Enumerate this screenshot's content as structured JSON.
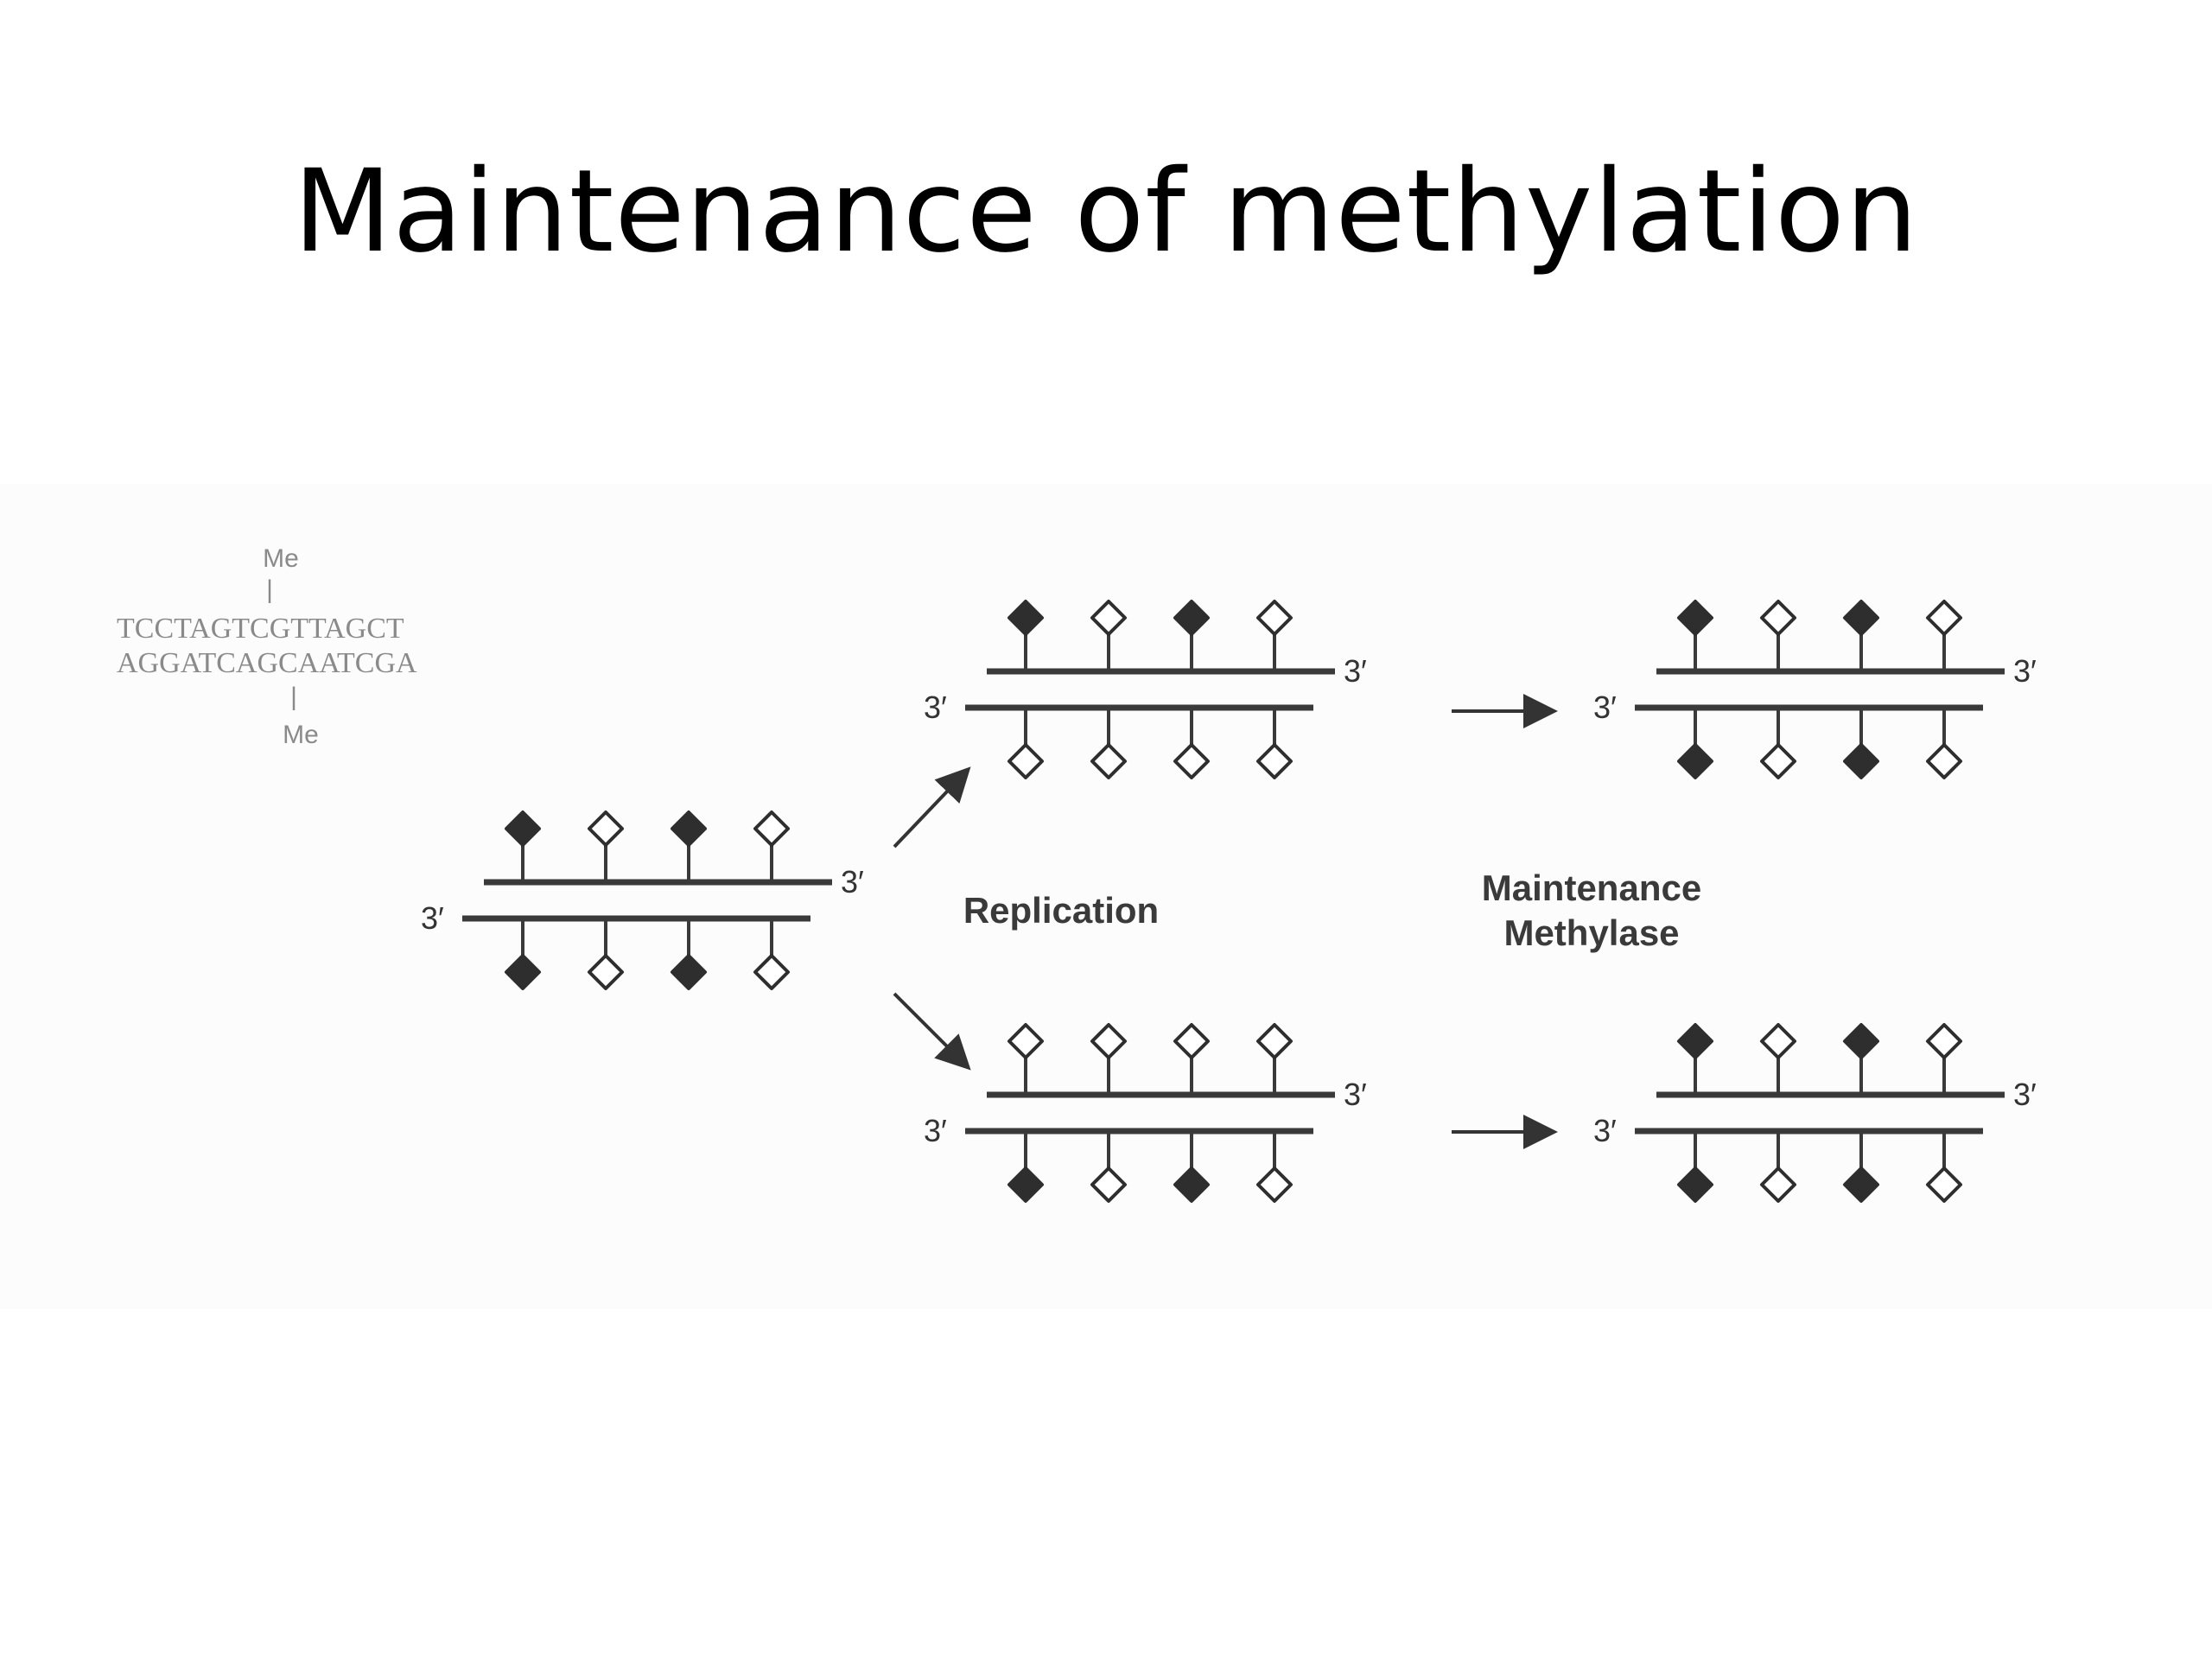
{
  "slide": {
    "title": "Maintenance of methylation"
  },
  "sequence": {
    "top_me": "Me",
    "top_tick": "|",
    "top_strand": "TCCTAGTCGTTAGCT",
    "bottom_strand": "AGGATCAGCAATCGA",
    "bottom_tick": "|",
    "bottom_me": "Me"
  },
  "labels": {
    "prime": "3′",
    "replication": "Replication",
    "maintenance_line1": "Maintenance",
    "maintenance_line2": "Methylase"
  },
  "duplexes": [
    {
      "id": "parent",
      "top": [
        true,
        false,
        true,
        false
      ],
      "bottom": [
        true,
        false,
        true,
        false
      ]
    },
    {
      "id": "daughter-1",
      "top": [
        true,
        false,
        true,
        false
      ],
      "bottom": [
        false,
        false,
        false,
        false
      ]
    },
    {
      "id": "daughter-2",
      "top": [
        false,
        false,
        false,
        false
      ],
      "bottom": [
        true,
        false,
        true,
        false
      ]
    },
    {
      "id": "result-1",
      "top": [
        true,
        false,
        true,
        false
      ],
      "bottom": [
        true,
        false,
        true,
        false
      ]
    },
    {
      "id": "result-2",
      "top": [
        true,
        false,
        true,
        false
      ],
      "bottom": [
        true,
        false,
        true,
        false
      ]
    }
  ],
  "colors": {
    "strand": "#3a3a3a",
    "methyl_filled": "#2e2e2e",
    "methyl_open": "#ffffff"
  }
}
